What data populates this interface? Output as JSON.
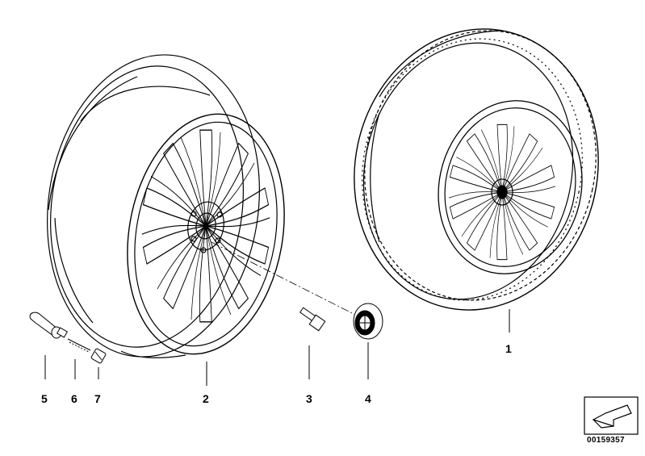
{
  "callouts": {
    "tire": "1",
    "rim": "2",
    "bolt": "3",
    "hub_cap": "4",
    "valve": "5",
    "valve_insert": "6",
    "valve_cap": "7"
  },
  "document_number": "00159357",
  "colors": {
    "line": "#000000",
    "background": "#ffffff"
  },
  "icons": {
    "nav": "return-arrow-icon"
  }
}
